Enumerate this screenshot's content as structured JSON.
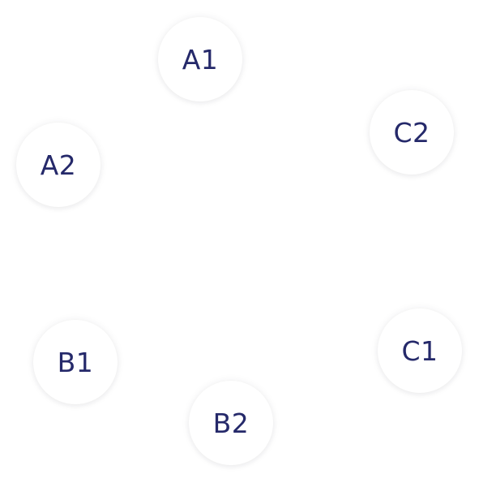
{
  "colors": {
    "label": "#25296a",
    "node_fill": "#ffffff",
    "background": "#ffffff"
  },
  "nodes": [
    {
      "label": "A1"
    },
    {
      "label": "C2"
    },
    {
      "label": "A2"
    },
    {
      "label": "C1"
    },
    {
      "label": "B1"
    },
    {
      "label": "B2"
    }
  ]
}
